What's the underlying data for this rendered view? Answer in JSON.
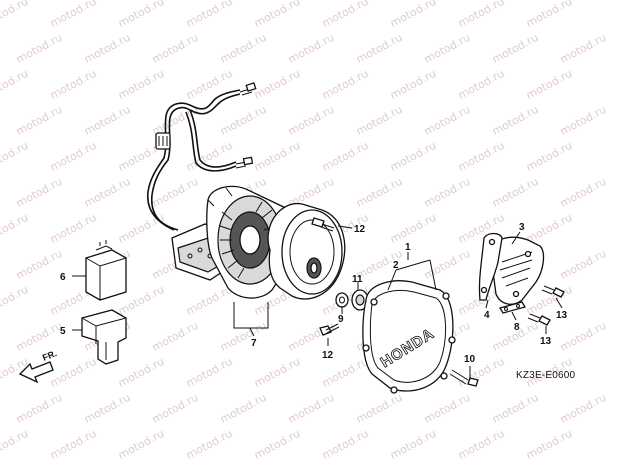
{
  "watermark_text": "motod.ru",
  "diagram_code": "KZ3E-E0600",
  "brand_text": "HONDA",
  "direction_label": "FR.",
  "callouts": [
    "1",
    "2",
    "3",
    "4",
    "5",
    "6",
    "7",
    "8",
    "9",
    "10",
    "11",
    "12",
    "12",
    "13",
    "13"
  ]
}
